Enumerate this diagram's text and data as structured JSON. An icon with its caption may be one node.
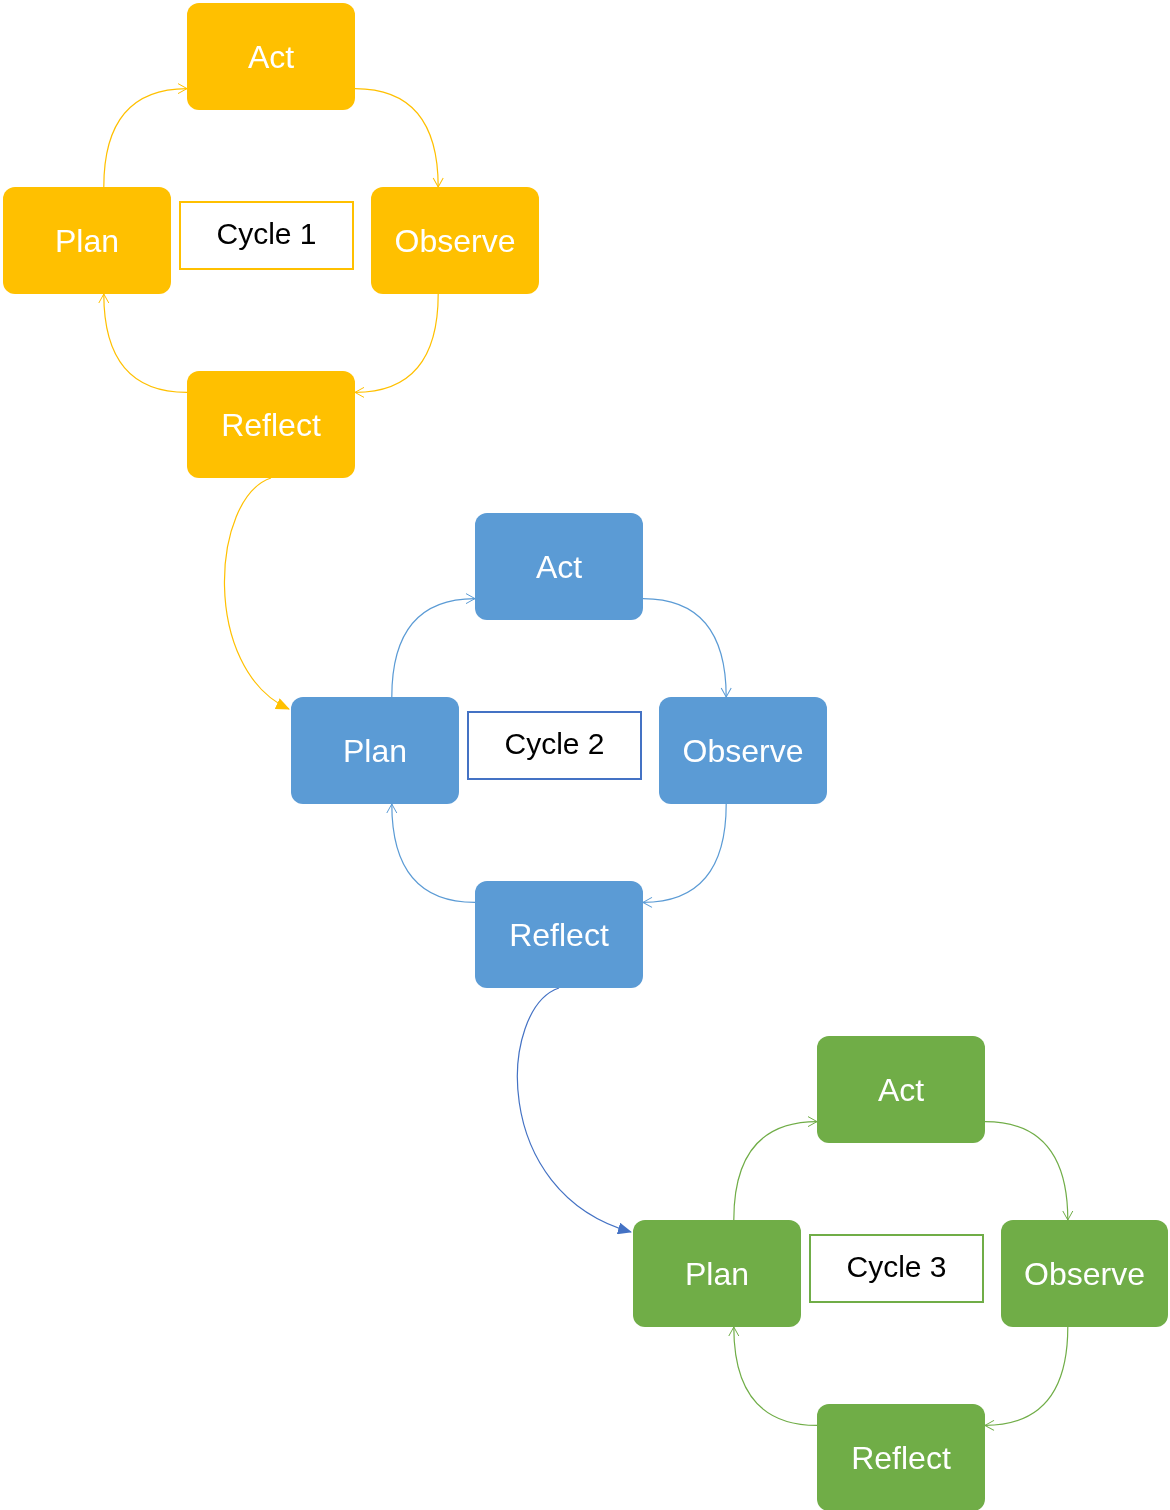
{
  "diagram": {
    "nodes": [
      {
        "text": [
          "Act"
        ]
      },
      {
        "text": [
          "Plan"
        ]
      },
      {
        "text": [
          "Cycle 1"
        ]
      },
      {
        "text": [
          "Observe"
        ]
      },
      {
        "text": [
          "Reflect"
        ]
      },
      {
        "text": [
          "Act"
        ]
      },
      {
        "text": [
          "Plan"
        ]
      },
      {
        "text": [
          "Cycle 2"
        ]
      },
      {
        "text": [
          "Observe"
        ]
      },
      {
        "text": [
          "Reflect"
        ]
      },
      {
        "text": [
          "Act"
        ]
      },
      {
        "text": [
          "Plan"
        ]
      },
      {
        "text": [
          "Cycle 3"
        ]
      },
      {
        "text": [
          "Observe"
        ]
      },
      {
        "text": [
          "Reflect"
        ]
      }
    ],
    "edges": [
      {
        "from": 1,
        "to": 0,
        "arrow": "to",
        "color": "#ffc000"
      },
      {
        "from": 0,
        "to": 3,
        "arrow": "to",
        "color": "#ffc000"
      },
      {
        "from": 3,
        "to": 4,
        "arrow": "to",
        "color": "#ffc000"
      },
      {
        "from": 4,
        "to": 1,
        "arrow": "to",
        "color": "#ffc000"
      },
      {
        "from": 6,
        "to": 5,
        "arrow": "to",
        "color": "#5b9bd5"
      },
      {
        "from": 5,
        "to": 8,
        "arrow": "to",
        "color": "#5b9bd5"
      },
      {
        "from": 8,
        "to": 9,
        "arrow": "to",
        "color": "#5b9bd5"
      },
      {
        "from": 9,
        "to": 6,
        "arrow": "to",
        "color": "#5b9bd5"
      },
      {
        "from": 11,
        "to": 10,
        "arrow": "to",
        "color": "#70ad47"
      },
      {
        "from": 10,
        "to": 13,
        "arrow": "to",
        "color": "#70ad47"
      },
      {
        "from": 13,
        "to": 14,
        "arrow": "to",
        "color": "#70ad47"
      },
      {
        "from": 14,
        "to": 11,
        "arrow": "to",
        "color": "#70ad47"
      },
      {
        "from": 4,
        "to": 6,
        "arrow": "to",
        "color": "#ffc000"
      },
      {
        "from": 9,
        "to": 11,
        "arrow": "to",
        "color": "#4472c4"
      }
    ]
  }
}
